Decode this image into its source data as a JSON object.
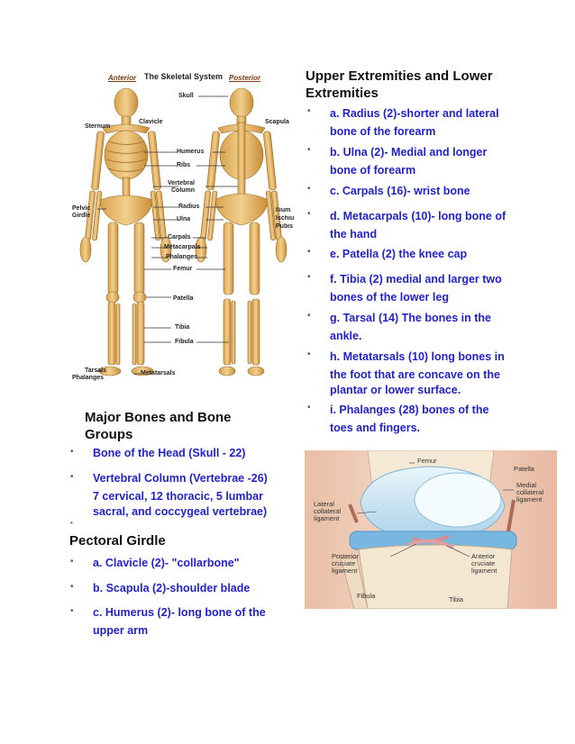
{
  "skeleton": {
    "title": "The Skeletal System",
    "anterior": "Anterior",
    "posterior": "Posterior",
    "labels": {
      "skull": "Skull",
      "sternum": "Sternum",
      "clavicle": "Clavicle",
      "scapula": "Scapula",
      "humerus": "Humerus",
      "ribs": "Ribs",
      "vertebral": "Vertebral",
      "column": "Column",
      "radius": "Radius",
      "ulna": "Ulna",
      "pelvic": "Pelvic",
      "girdle": "Girdle",
      "ilium": "Ilium",
      "ischium": "Ischium",
      "pubis": "Pubis",
      "carpals": "Carpals",
      "metacarpals": "Metacarpals",
      "phalanges_hand": "Phalanges",
      "femur": "Femur",
      "patella": "Patella",
      "tibia": "Tibia",
      "fibula": "Fibula",
      "tarsals": "Tarsals",
      "phalanges_foot": "Phalanges",
      "metatarsals": "Metatarsals"
    }
  },
  "left": {
    "major_heading_line1": "Major Bones and Bone",
    "major_heading_line2": "Groups",
    "items": [
      "Bone of the Head (Skull - 22)",
      "Vertebral Column (Vertebrae -26)",
      "7 cervical, 12 thoracic, 5 lumbar",
      "sacral, and coccygeal vertebrae)"
    ],
    "pectoral_heading": "Pectoral Girdle",
    "pectoral_items": [
      "a. Clavicle (2)- \"collarbone\"",
      "b. Scapula (2)-shoulder blade",
      "c. Humerus (2)- long bone of the",
      "upper arm"
    ]
  },
  "right": {
    "heading_line1": "Upper Extremities and Lower",
    "heading_line2": "Extremities",
    "items": [
      [
        "a. Radius (2)-shorter and lateral",
        "bone of the forearm"
      ],
      [
        "b. Ulna (2)- Medial and longer",
        "bone of forearm"
      ],
      [
        "c. Carpals (16)- wrist bone"
      ],
      [
        "d. Metacarpals (10)- long bone of",
        "the hand"
      ],
      [
        "e. Patella (2) the knee cap"
      ],
      [
        "f. Tibia (2) medial and larger two",
        "bones of the lower leg"
      ],
      [
        "g. Tarsal (14) The bones in the",
        "ankle."
      ],
      [
        "h. Metatarsals (10) long bones in",
        "the foot that are concave on the",
        "plantar or lower surface."
      ],
      [
        "i. Phalanges (28) bones of the",
        "toes and fingers."
      ]
    ]
  },
  "knee": {
    "femur": "Femur",
    "patella": "Patella",
    "medial1": "Medial",
    "medial2": "collateral",
    "medial3": "ligament",
    "lateral1": "Lateral",
    "lateral2": "collateral",
    "lateral3": "ligament",
    "posterior1": "Posterior",
    "posterior2": "cruciate",
    "posterior3": "ligament",
    "anterior1": "Anterior",
    "anterior2": "cruciate",
    "anterior3": "ligament",
    "fibula": "Fibula",
    "tibia": "Tibia"
  },
  "bullet_char": "•"
}
